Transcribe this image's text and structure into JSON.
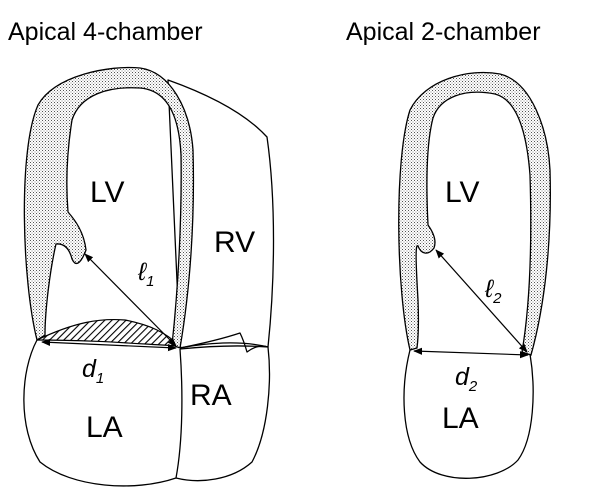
{
  "views": [
    {
      "title": "Apical 4-chamber",
      "labels": {
        "lv": "LV",
        "rv": "RV",
        "la": "LA",
        "ra": "RA"
      },
      "length_label": {
        "symbol": "ℓ",
        "subscript": "1"
      },
      "diameter_label": {
        "symbol": "d",
        "subscript": "1"
      }
    },
    {
      "title": "Apical 2-chamber",
      "labels": {
        "lv": "LV",
        "la": "LA"
      },
      "length_label": {
        "symbol": "ℓ",
        "subscript": "2"
      },
      "diameter_label": {
        "symbol": "d",
        "subscript": "2"
      }
    }
  ]
}
